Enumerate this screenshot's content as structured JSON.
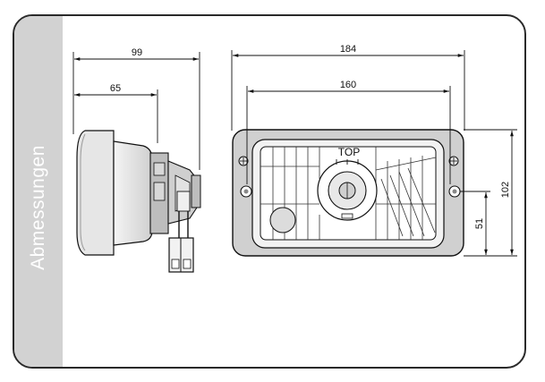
{
  "sidebar": {
    "label": "Abmessungen"
  },
  "dimensions": {
    "side_depth_total": "99",
    "side_depth_housing": "65",
    "front_width_total": "184",
    "front_mount_spacing": "160",
    "front_height_total": "102",
    "front_height_center": "51"
  },
  "front_view": {
    "orientation_mark": "TOP"
  },
  "colors": {
    "frame": "#2a2a2a",
    "sidebar": "#d2d2d2",
    "line": "#111111"
  }
}
